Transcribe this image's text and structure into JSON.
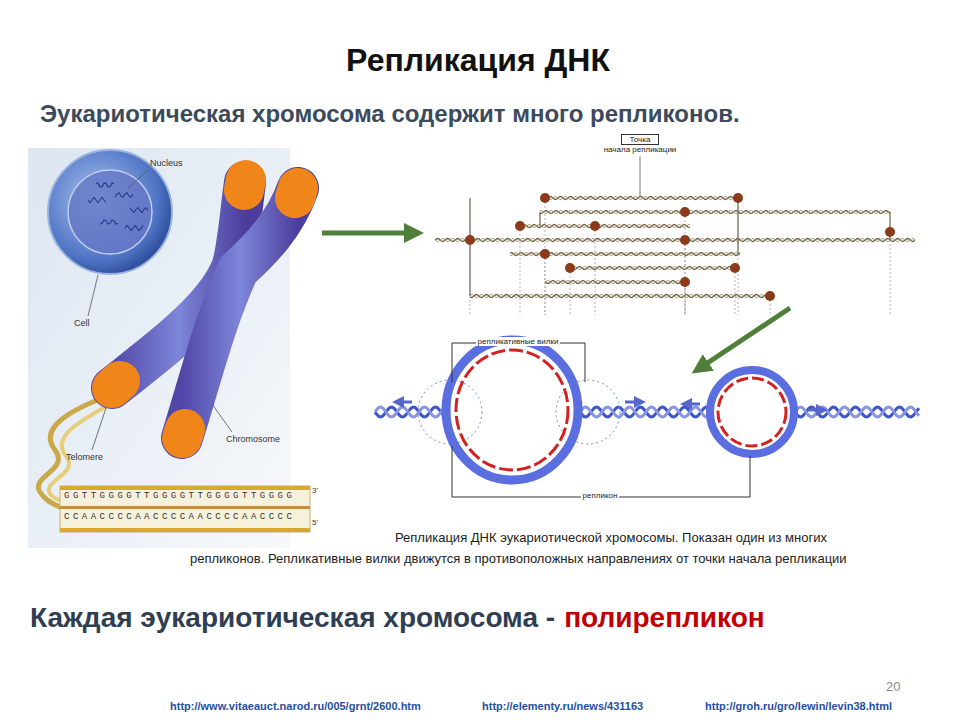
{
  "diagram": {
    "title": "Репликация ДНК",
    "caption": "Репликация ДНК эукариотической хромосомы. Показан один из многих репликонов. Репликативные вилки движутся в противоположных направлениях от точки начала репликации",
    "nodes": [
      {
        "text": [
          "Точка",
          "начала репликации"
        ]
      }
    ],
    "labels": [
      "Эукариотическая хромосома содержит много репликонов.",
      "Nucleus",
      "Cell",
      "Chromosome",
      "Telomere",
      "GGTTGGGGTTGGGGTTGGGGTTGGGG",
      "CCAACCCCAACCCCAACCCCAACCCC",
      "3'",
      "5'",
      "репликативные вилки",
      "репликон",
      "Каждая эукариотическая хромосома -",
      "полирепликон",
      "20",
      "http://www.vitaeauct.narod.ru/005/grnt/2600.htm",
      "http://elementy.ru/news/431163",
      "http://groh.ru/gro/lewin/levin38.html"
    ]
  }
}
